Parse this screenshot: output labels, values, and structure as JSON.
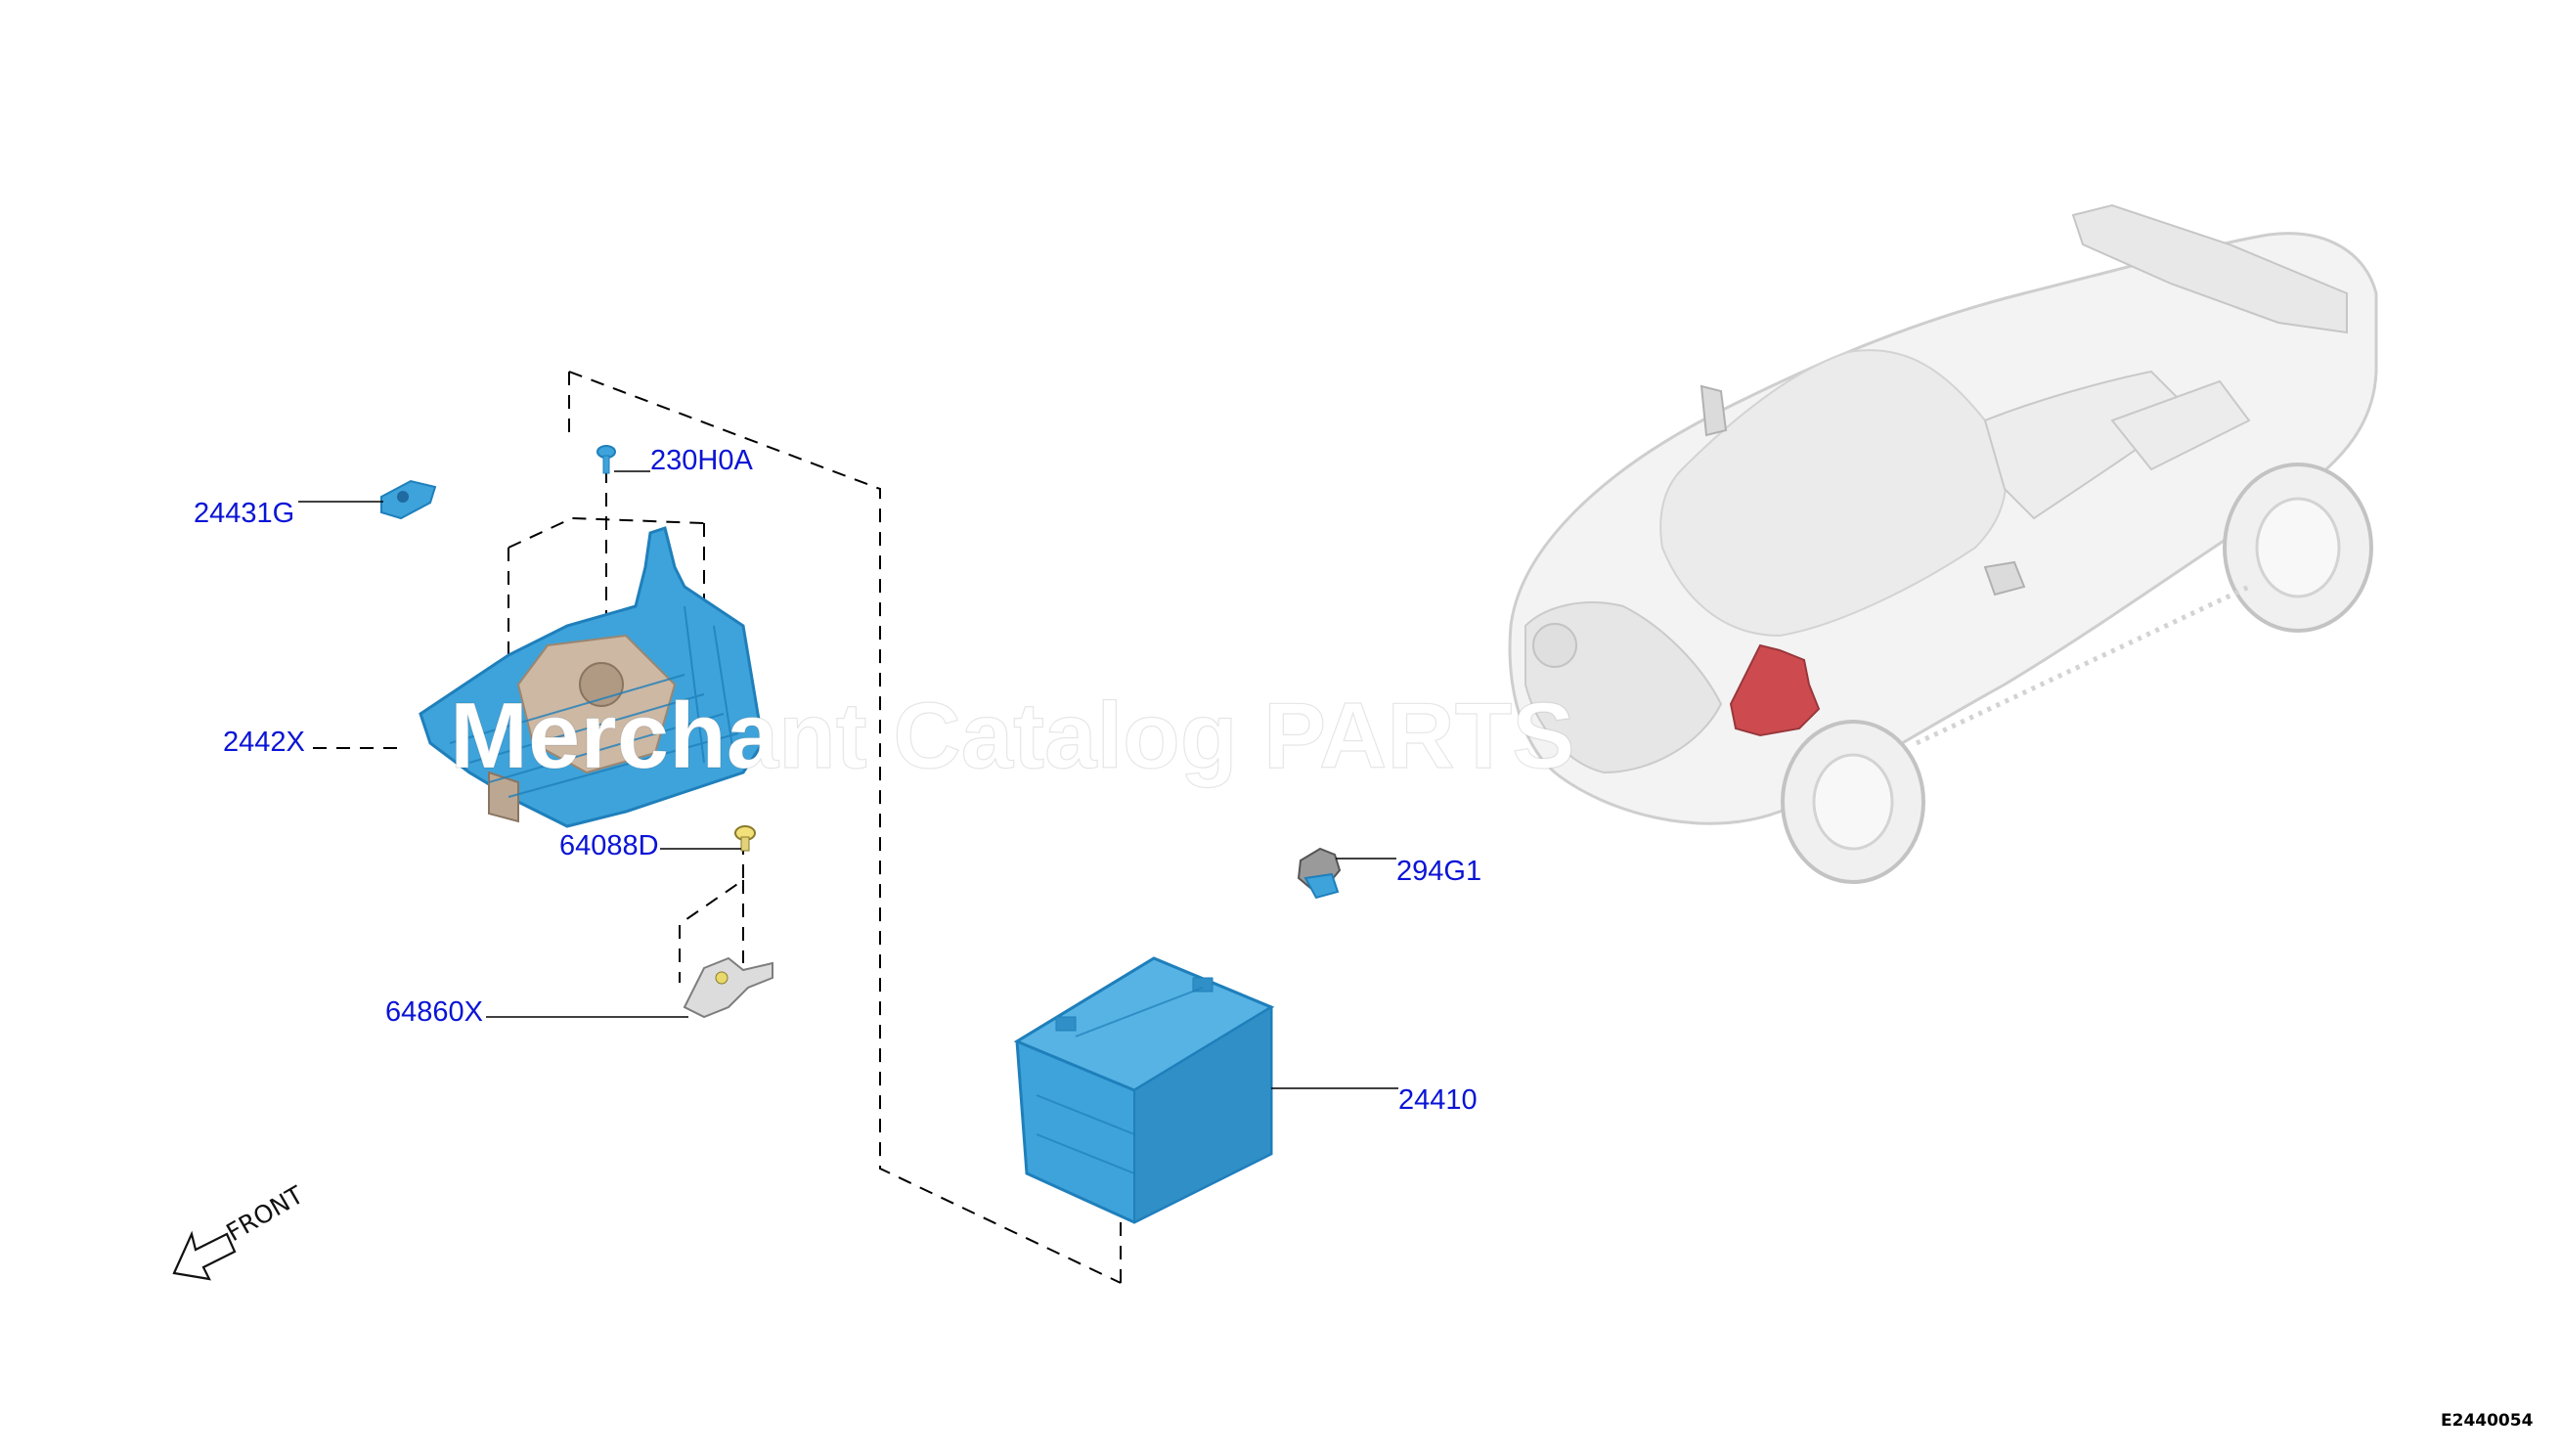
{
  "diagram": {
    "callouts": [
      {
        "id": "24431G",
        "label": "24431G"
      },
      {
        "id": "230H0A",
        "label": "230H0A"
      },
      {
        "id": "2442X",
        "label": "2442X"
      },
      {
        "id": "64088D",
        "label": "64088D"
      },
      {
        "id": "64860X",
        "label": "64860X"
      },
      {
        "id": "294G1",
        "label": "294G1"
      },
      {
        "id": "24410",
        "label": "24410"
      }
    ],
    "front_label": "FRONT",
    "figure_code": "E2440054",
    "watermark": "Merchant Catalog PARTS"
  },
  "colors": {
    "part_blue": "#3ea3da",
    "part_blue_dark": "#1f7fbb",
    "callout_text": "#0a14d6",
    "highlight_red": "#c8383d",
    "car_body": "#f1f1f1"
  }
}
